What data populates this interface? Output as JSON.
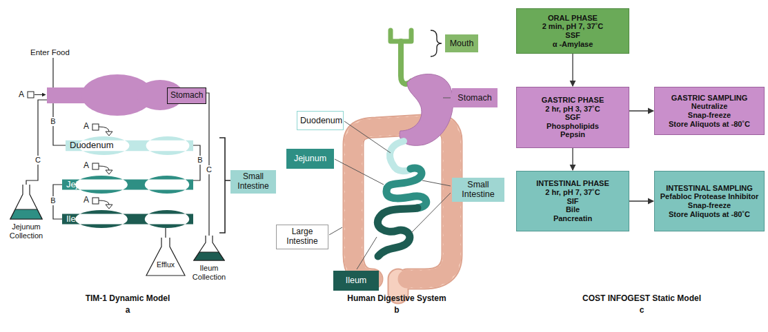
{
  "diagram": {
    "nodes": [
      {
        "text": [
          "Stomach"
        ]
      },
      {
        "text": [
          "Duodenum"
        ]
      },
      {
        "text": [
          "Jejunum"
        ]
      },
      {
        "text": [
          "Ileum"
        ]
      },
      {
        "text": [
          "Small Intestine"
        ]
      },
      {
        "text": [
          "Mouth"
        ]
      },
      {
        "text": [
          "Stomach"
        ]
      },
      {
        "text": [
          "Duodenum"
        ]
      },
      {
        "text": [
          "Jejunum"
        ]
      },
      {
        "text": [
          "Small Intestine"
        ]
      },
      {
        "text": [
          "Large Intestine"
        ]
      },
      {
        "text": [
          "Ileum"
        ]
      },
      {
        "text": [
          "ORAL PHASE",
          "2 min, pH 7, 37˚C",
          "SSF",
          "α -Amylase"
        ]
      },
      {
        "text": [
          "GASTRIC PHASE",
          "2 hr, pH 3, 37˚C",
          "SGF",
          "Phospholipids",
          "Pepsin"
        ]
      },
      {
        "text": [
          "GASTRIC SAMPLING",
          "Neutralize",
          "Snap-freeze",
          "Store Aliquots at -80˚C"
        ]
      },
      {
        "text": [
          "INTESTINAL PHASE",
          "2 hr, pH 7, 37˚C",
          "SIF",
          "Bile",
          "Pancreatin"
        ]
      },
      {
        "text": [
          "INTESTINAL SAMPLING",
          "Pefabloc Protease Inhibitor",
          "Snap-freeze",
          "Store Aliquots at -80˚C"
        ]
      }
    ],
    "edges": [
      {
        "from": 12,
        "to": 13,
        "arrow": "to"
      },
      {
        "from": 13,
        "to": 15,
        "arrow": "to"
      },
      {
        "from": 13,
        "to": 14,
        "arrow": "to"
      },
      {
        "from": 15,
        "to": 16,
        "arrow": "to"
      }
    ],
    "labels": [
      "Enter Food",
      "A",
      "A",
      "A",
      "A",
      "B",
      "B",
      "B",
      "C",
      "C",
      "Jejunum Collection",
      "Efflux",
      "Ileum Collection",
      "TIM-1 Dynamic Model",
      "a",
      "Human Digestive System",
      "b",
      "COST INFOGEST Static Model",
      "c"
    ]
  }
}
